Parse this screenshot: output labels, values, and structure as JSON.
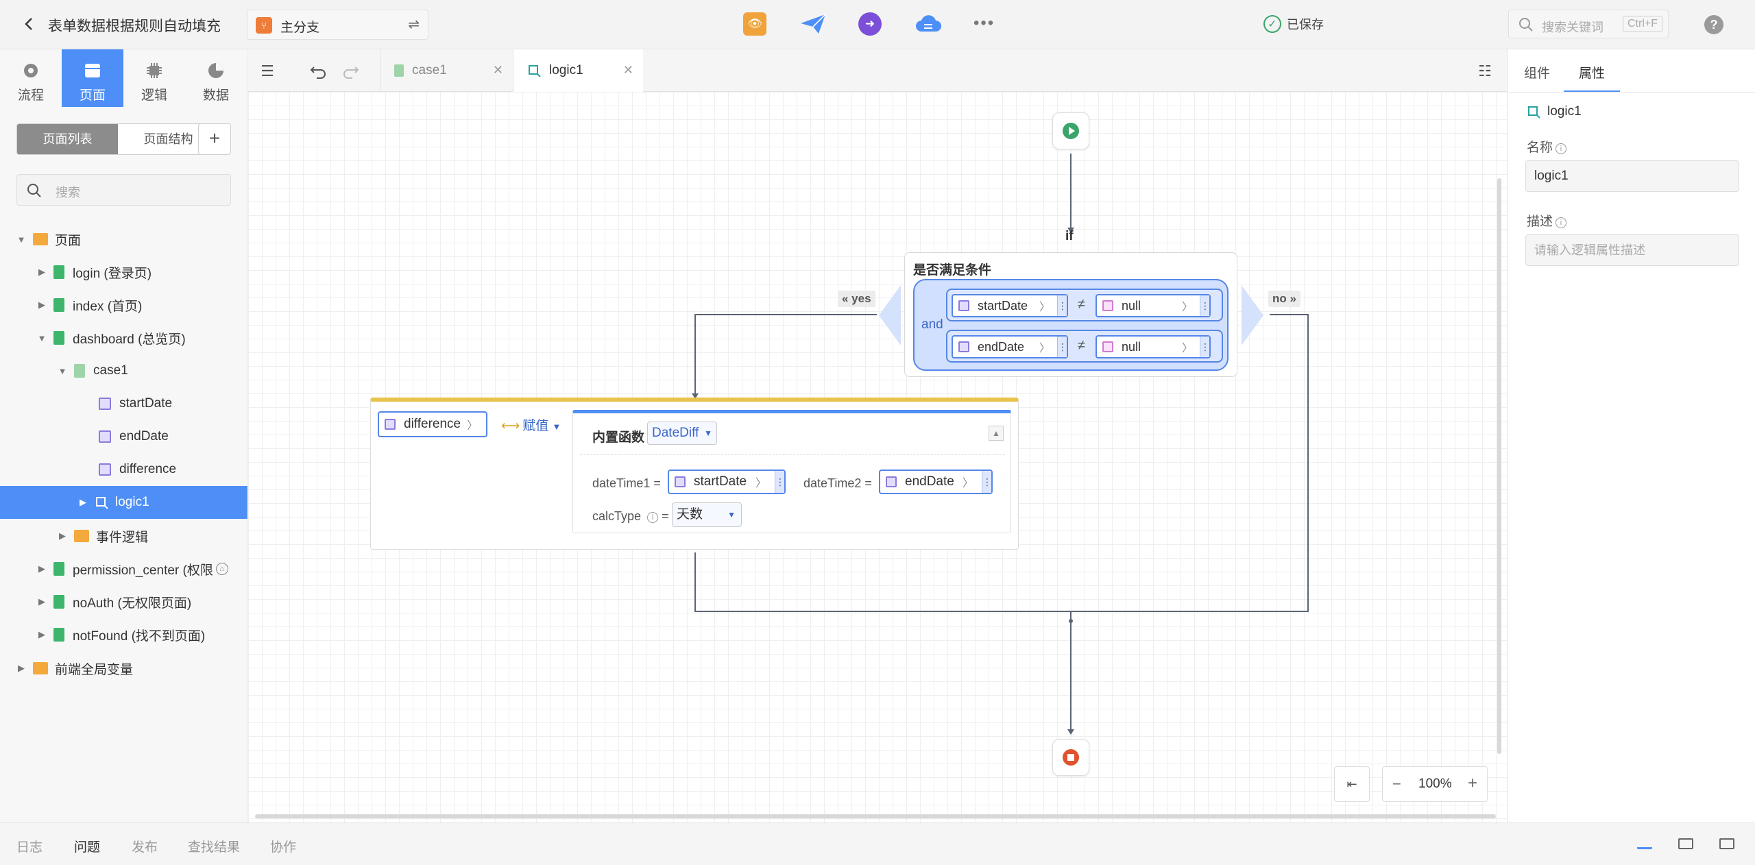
{
  "header": {
    "title": "表单数据根据规则自动填充",
    "branch": "主分支",
    "save_status": "已保存",
    "search_placeholder": "搜索关键词",
    "search_shortcut": "Ctrl+F",
    "help": "?"
  },
  "left_nav": {
    "tabs": [
      {
        "label": "流程"
      },
      {
        "label": "页面"
      },
      {
        "label": "逻辑"
      },
      {
        "label": "数据"
      }
    ],
    "segment": {
      "list": "页面列表",
      "structure": "页面结构"
    },
    "search_placeholder": "搜索",
    "tree": [
      {
        "label": "页面"
      },
      {
        "label": "login (登录页)"
      },
      {
        "label": "index (首页)"
      },
      {
        "label": "dashboard (总览页)"
      },
      {
        "label": "case1"
      },
      {
        "label": "startDate"
      },
      {
        "label": "endDate"
      },
      {
        "label": "difference"
      },
      {
        "label": "logic1"
      },
      {
        "label": "事件逻辑"
      },
      {
        "label": "permission_center (权限"
      },
      {
        "label": "noAuth (无权限页面)"
      },
      {
        "label": "notFound (找不到页面)"
      },
      {
        "label": "前端全局变量"
      }
    ]
  },
  "editor": {
    "tabs": [
      {
        "label": "case1"
      },
      {
        "label": "logic1"
      }
    ],
    "if_label": "if",
    "condition": {
      "title": "是否满足条件",
      "connector": "and",
      "rows": [
        {
          "left": "startDate",
          "op": "≠",
          "right": "null"
        },
        {
          "left": "endDate",
          "op": "≠",
          "right": "null"
        }
      ]
    },
    "branches": {
      "yes": "« yes",
      "no": "no »"
    },
    "assignment": {
      "target": "difference",
      "op": "赋值",
      "func_title": "内置函数",
      "func_name": "DateDiff",
      "params": [
        {
          "label": "dateTime1 =",
          "value": "startDate"
        },
        {
          "label": "dateTime2 =",
          "value": "endDate"
        }
      ],
      "calc_label": "calcType",
      "calc_eq": "=",
      "calc_value": "天数"
    },
    "zoom": "100%"
  },
  "right_panel": {
    "tabs": [
      {
        "label": "组件"
      },
      {
        "label": "属性"
      }
    ],
    "node_name": "logic1",
    "name_label": "名称",
    "name_value": "logic1",
    "desc_label": "描述",
    "desc_placeholder": "请输入逻辑属性描述"
  },
  "bottom_bar": {
    "tabs": [
      {
        "label": "日志"
      },
      {
        "label": "问题"
      },
      {
        "label": "发布"
      },
      {
        "label": "查找结果"
      },
      {
        "label": "协作"
      }
    ]
  },
  "colors": {
    "accent": "#4d8ff7",
    "start_node": "#3aa56b",
    "end_node": "#e0532f",
    "assign_border": "#e8c24a"
  }
}
